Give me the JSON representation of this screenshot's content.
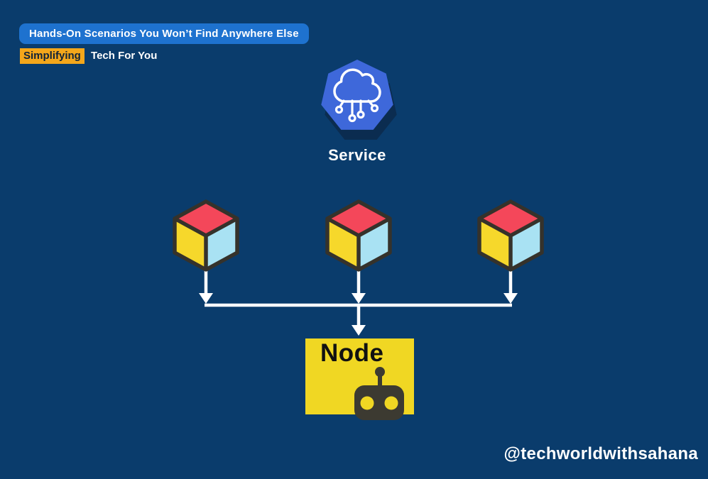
{
  "header": {
    "badge": "Hands-On Scenarios You Won’t Find Anywhere Else",
    "tagline_highlight": "Simplifying",
    "tagline_rest": "Tech For You"
  },
  "diagram": {
    "service_label": "Service",
    "node_label": "Node",
    "service_icon": "kubernetes-heptagon-cloud-icon",
    "pod_icon": "isometric-cube-icon",
    "pod_icon_count": 3,
    "node_icon": "robot-head-icon",
    "flow": "service-icon -> 3 pod cubes -> arrows merge -> node box"
  },
  "footer": {
    "handle": "@techworldwithsahana"
  },
  "colors": {
    "background": "#0a3c6c",
    "badge_blue": "#1e72cf",
    "highlight_amber": "#f4a71b",
    "highlight_text": "#0f2239",
    "heptagon_blue": "#3e68da",
    "heptagon_shadow": "#0b2c50",
    "cube_top_red": "#f4475a",
    "cube_left_yellow": "#f6d82b",
    "cube_right_blue": "#a9e2f3",
    "cube_outline": "#35322b",
    "node_yellow": "#f0d723",
    "robot_dark": "#3c3a31",
    "arrow_white": "#ffffff"
  }
}
